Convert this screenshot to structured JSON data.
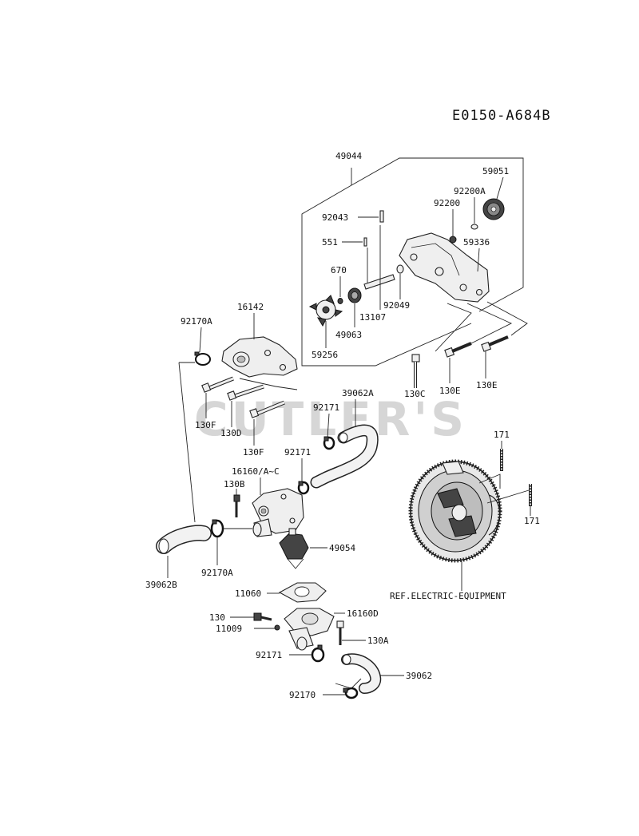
{
  "diagram_code": "E0150-A684B",
  "watermark": "CUTLER'S",
  "reference_note": "REF.ELECTRIC-EQUIPMENT",
  "parts": [
    {
      "id": "p49044",
      "label": "49044"
    },
    {
      "id": "p59051",
      "label": "59051"
    },
    {
      "id": "p92200A",
      "label": "92200A"
    },
    {
      "id": "p92200",
      "label": "92200"
    },
    {
      "id": "p92043",
      "label": "92043"
    },
    {
      "id": "p551",
      "label": "551"
    },
    {
      "id": "p59336",
      "label": "59336"
    },
    {
      "id": "p670",
      "label": "670"
    },
    {
      "id": "p92049",
      "label": "92049"
    },
    {
      "id": "p13107",
      "label": "13107"
    },
    {
      "id": "p49063",
      "label": "49063"
    },
    {
      "id": "p16142",
      "label": "16142"
    },
    {
      "id": "p92170A_top",
      "label": "92170A"
    },
    {
      "id": "p59256",
      "label": "59256"
    },
    {
      "id": "p130C",
      "label": "130C"
    },
    {
      "id": "p130E_1",
      "label": "130E"
    },
    {
      "id": "p130E_2",
      "label": "130E"
    },
    {
      "id": "p130F_1",
      "label": "130F"
    },
    {
      "id": "p130D",
      "label": "130D"
    },
    {
      "id": "p130F_2",
      "label": "130F"
    },
    {
      "id": "p39062A",
      "label": "39062A"
    },
    {
      "id": "p92171_1",
      "label": "92171"
    },
    {
      "id": "p92171_2",
      "label": "92171"
    },
    {
      "id": "p16160",
      "label": "16160/A~C"
    },
    {
      "id": "p130B",
      "label": "130B"
    },
    {
      "id": "p171_1",
      "label": "171"
    },
    {
      "id": "p171_2",
      "label": "171"
    },
    {
      "id": "p49054",
      "label": "49054"
    },
    {
      "id": "p92170A_bot",
      "label": "92170A"
    },
    {
      "id": "p39062B",
      "label": "39062B"
    },
    {
      "id": "p11060",
      "label": "11060"
    },
    {
      "id": "p130",
      "label": "130"
    },
    {
      "id": "p16160D",
      "label": "16160D"
    },
    {
      "id": "p11009",
      "label": "11009"
    },
    {
      "id": "p130A",
      "label": "130A"
    },
    {
      "id": "p92171_3",
      "label": "92171"
    },
    {
      "id": "p39062",
      "label": "39062"
    },
    {
      "id": "p92170",
      "label": "92170"
    }
  ]
}
